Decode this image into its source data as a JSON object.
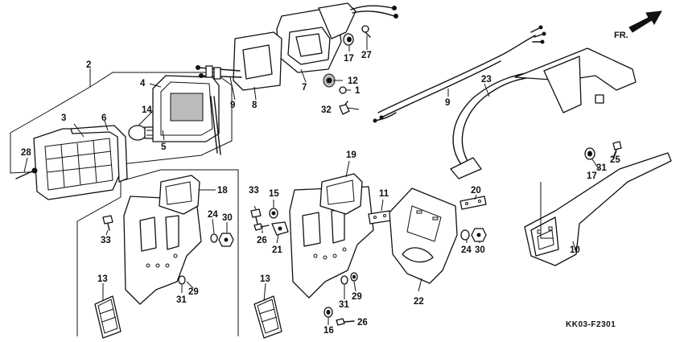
{
  "figure_code": "KK03-F2301",
  "direction_label": "FR.",
  "labels": {
    "p1": "1",
    "p2": "2",
    "p3": "3",
    "p4": "4",
    "p5": "5",
    "p6": "6",
    "p7": "7",
    "p8": "8",
    "p9a": "9",
    "p9b": "9",
    "p10": "10",
    "p11": "11",
    "p12": "12",
    "p13a": "13",
    "p13b": "13",
    "p14": "14",
    "p15": "15",
    "p16": "16",
    "p17a": "17",
    "p17b": "17",
    "p18": "18",
    "p19": "19",
    "p20": "20",
    "p21": "21",
    "p22": "22",
    "p23": "23",
    "p24a": "24",
    "p24b": "24",
    "p25": "25",
    "p26a": "26",
    "p26b": "26",
    "p27": "27",
    "p28": "28",
    "p29a": "29",
    "p29b": "29",
    "p30a": "30",
    "p30b": "30",
    "p31a": "31",
    "p31b": "31",
    "p31c": "31",
    "p32": "32",
    "p33a": "33",
    "p33b": "33"
  }
}
